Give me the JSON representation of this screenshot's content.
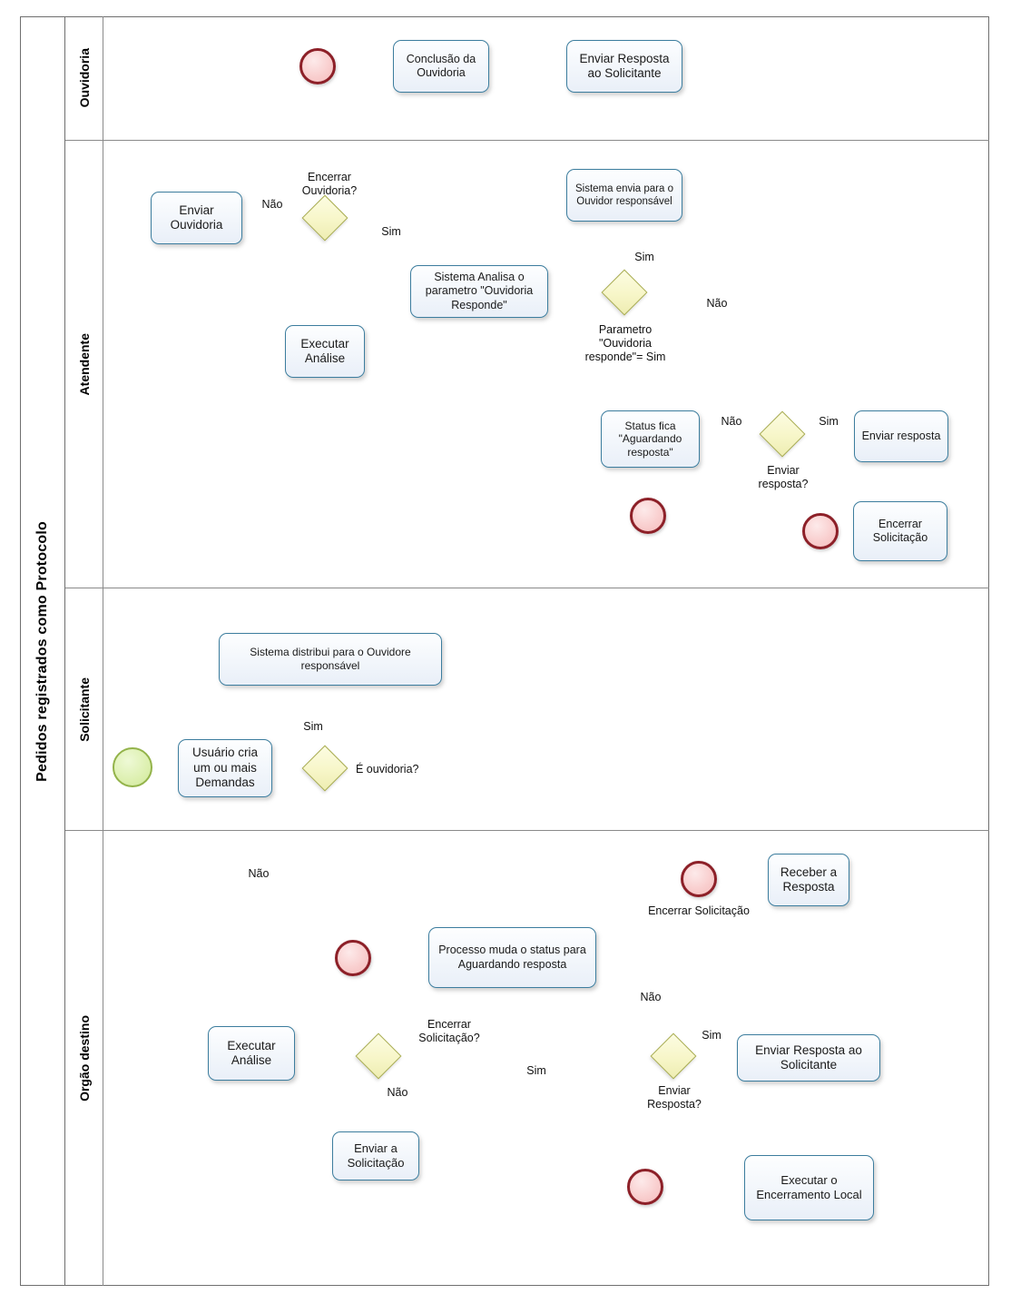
{
  "pool": {
    "title": "Pedidos registrados como Protocolo"
  },
  "lanes": [
    {
      "id": "ouvidoria",
      "label": "Ouvidoria"
    },
    {
      "id": "atendente",
      "label": "Atendente"
    },
    {
      "id": "solicitante",
      "label": "Solicitante"
    },
    {
      "id": "orgao",
      "label": "Orgão destino"
    }
  ],
  "colors": {
    "task_border": "#3c7d9e",
    "task_fill": "#eef3fa",
    "gateway_border": "#a9ad4f",
    "gateway_fill": "#f7f6c8",
    "start_border": "#93b34a",
    "start_fill": "#ddf0b0",
    "end_border": "#8d2028",
    "end_fill": "#f9cfcf",
    "pool_border": "#6f6f6f",
    "lane_border": "#8a8a8a",
    "connector": "#222222"
  },
  "tasks": [
    {
      "id": "t-conclusao-ouvidoria",
      "lane": "ouvidoria",
      "label": "Conclusão da Ouvidoria"
    },
    {
      "id": "t-enviar-resposta-sol",
      "lane": "ouvidoria",
      "label": "Enviar Resposta ao Solicitante"
    },
    {
      "id": "t-enviar-ouvidoria",
      "lane": "atendente",
      "label": "Enviar Ouvidoria"
    },
    {
      "id": "t-sistema-analisa",
      "lane": "atendente",
      "label": "Sistema Analisa o parametro \"Ouvidoria Responde\""
    },
    {
      "id": "t-sistema-envia",
      "lane": "atendente",
      "label": "Sistema envia para o Ouvidor responsável"
    },
    {
      "id": "t-executar-analise-at",
      "lane": "atendente",
      "label": "Executar Análise"
    },
    {
      "id": "t-status-fica",
      "lane": "atendente",
      "label": "Status fica \"Aguardando resposta\""
    },
    {
      "id": "t-enviar-resposta",
      "lane": "atendente",
      "label": "Enviar resposta"
    },
    {
      "id": "t-encerrar-solicitacao",
      "lane": "atendente",
      "label": "Encerrar Solicitação"
    },
    {
      "id": "t-sistema-distribui",
      "lane": "solicitante",
      "label": "Sistema distribui para o Ouvidore responsável"
    },
    {
      "id": "t-usuario-cria",
      "lane": "solicitante",
      "label": "Usuário cria um ou mais Demandas"
    },
    {
      "id": "t-receber-resposta",
      "lane": "orgao",
      "label": "Receber a Resposta"
    },
    {
      "id": "t-processo-muda",
      "lane": "orgao",
      "label": "Processo muda o status para Aguardando resposta"
    },
    {
      "id": "t-executar-analise-od",
      "lane": "orgao",
      "label": "Executar Análise"
    },
    {
      "id": "t-enviar-resposta-sol2",
      "lane": "orgao",
      "label": "Enviar Resposta ao Solicitante"
    },
    {
      "id": "t-enviar-solicitacao",
      "lane": "orgao",
      "label": "Enviar a Solicitação"
    },
    {
      "id": "t-executar-encerramento",
      "lane": "orgao",
      "label": "Executar o Encerramento Local"
    }
  ],
  "gateways": [
    {
      "id": "g-encerrar-ouvidoria",
      "lane": "atendente",
      "label": "Encerrar Ouvidoria?"
    },
    {
      "id": "g-parametro",
      "lane": "atendente",
      "label": "Parametro \"Ouvidoria responde\"= Sim"
    },
    {
      "id": "g-enviar-resposta",
      "lane": "atendente",
      "label": "Enviar resposta?"
    },
    {
      "id": "g-e-ouvidoria",
      "lane": "solicitante",
      "label": "É ouvidoria?"
    },
    {
      "id": "g-encerrar-solic",
      "lane": "orgao",
      "label": "Encerrar Solicitação?"
    },
    {
      "id": "g-enviar-resposta2",
      "lane": "orgao",
      "label": "Enviar Resposta?"
    }
  ],
  "events": [
    {
      "id": "ev-start-solicitante",
      "type": "start",
      "lane": "solicitante",
      "label": ""
    },
    {
      "id": "ev-end-ouvidoria",
      "type": "end",
      "lane": "ouvidoria",
      "label": ""
    },
    {
      "id": "ev-end-status",
      "type": "end",
      "lane": "atendente",
      "label": ""
    },
    {
      "id": "ev-end-encerrar",
      "type": "end",
      "lane": "atendente",
      "label": ""
    },
    {
      "id": "ev-end-receber",
      "type": "end",
      "lane": "orgao",
      "label": "Encerrar Solicitação"
    },
    {
      "id": "ev-end-processo",
      "type": "end",
      "lane": "orgao",
      "label": ""
    },
    {
      "id": "ev-end-local",
      "type": "end",
      "lane": "orgao",
      "label": ""
    }
  ],
  "flow_labels": [
    {
      "id": "fl-nao-1",
      "text": "Não"
    },
    {
      "id": "fl-sim-1",
      "text": "Sim"
    },
    {
      "id": "fl-sim-2",
      "text": "Sim"
    },
    {
      "id": "fl-nao-2",
      "text": "Não"
    },
    {
      "id": "fl-nao-3",
      "text": "Não"
    },
    {
      "id": "fl-sim-3",
      "text": "Sim"
    },
    {
      "id": "fl-sim-4",
      "text": "Sim"
    },
    {
      "id": "fl-nao-4",
      "text": "Não"
    },
    {
      "id": "fl-nao-5",
      "text": "Não"
    },
    {
      "id": "fl-sim-5",
      "text": "Sim"
    },
    {
      "id": "fl-nao-6",
      "text": "Não"
    },
    {
      "id": "fl-sim-6",
      "text": "Sim"
    }
  ]
}
